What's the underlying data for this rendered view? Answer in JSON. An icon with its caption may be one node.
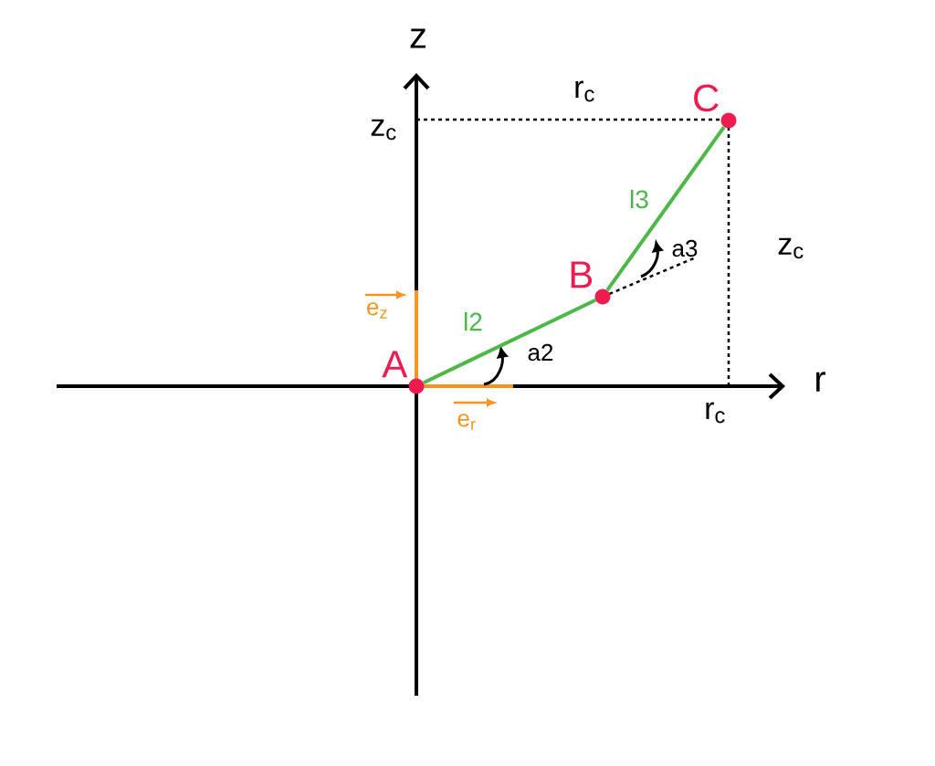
{
  "diagram": {
    "nodes": [
      {
        "text": [
          "A"
        ]
      },
      {
        "text": [
          "B"
        ]
      },
      {
        "text": [
          "C"
        ]
      }
    ],
    "edges": [
      {
        "from": 0,
        "to": 1,
        "arrow": "none",
        "label": "l2"
      },
      {
        "from": 1,
        "to": 2,
        "arrow": "none",
        "label": "l3"
      }
    ],
    "labels": [
      "z",
      "r$_{c}$",
      "z$_{c}$",
      "z$_{c}$",
      "r",
      "e$_{z}$",
      "a2",
      "a3",
      "r$_{c}$",
      "e$_{r}$"
    ]
  }
}
